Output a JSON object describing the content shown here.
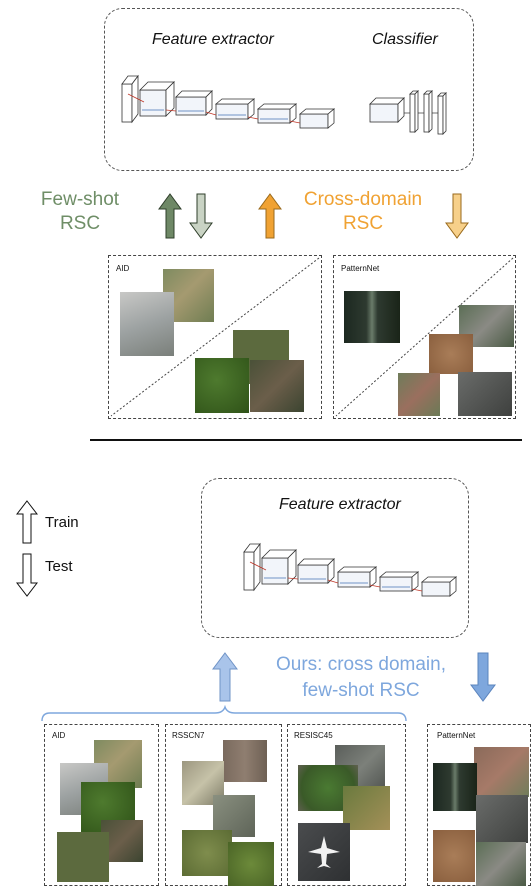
{
  "top": {
    "feature_extractor_label": "Feature extractor",
    "classifier_label": "Classifier"
  },
  "middle": {
    "fewshot_line1": "Few-shot",
    "fewshot_line2": "RSC",
    "crossdomain_line1": "Cross-domain",
    "crossdomain_line2": "RSC",
    "dataset_left": "AID",
    "dataset_right": "PatternNet"
  },
  "legend": {
    "train_label": "Train",
    "test_label": "Test"
  },
  "bottom": {
    "feature_extractor_label": "Feature extractor",
    "ours_line1": "Ours: cross domain,",
    "ours_line2": "few-shot RSC",
    "datasets": [
      "AID",
      "RSSCN7",
      "RESISC45",
      "PatternNet"
    ]
  },
  "colors": {
    "fewshot_green": "#6f8e67",
    "crossdomain_orange": "#f0a233",
    "ours_blue": "#7ea7dd",
    "brace_blue": "#7ea7dd"
  }
}
